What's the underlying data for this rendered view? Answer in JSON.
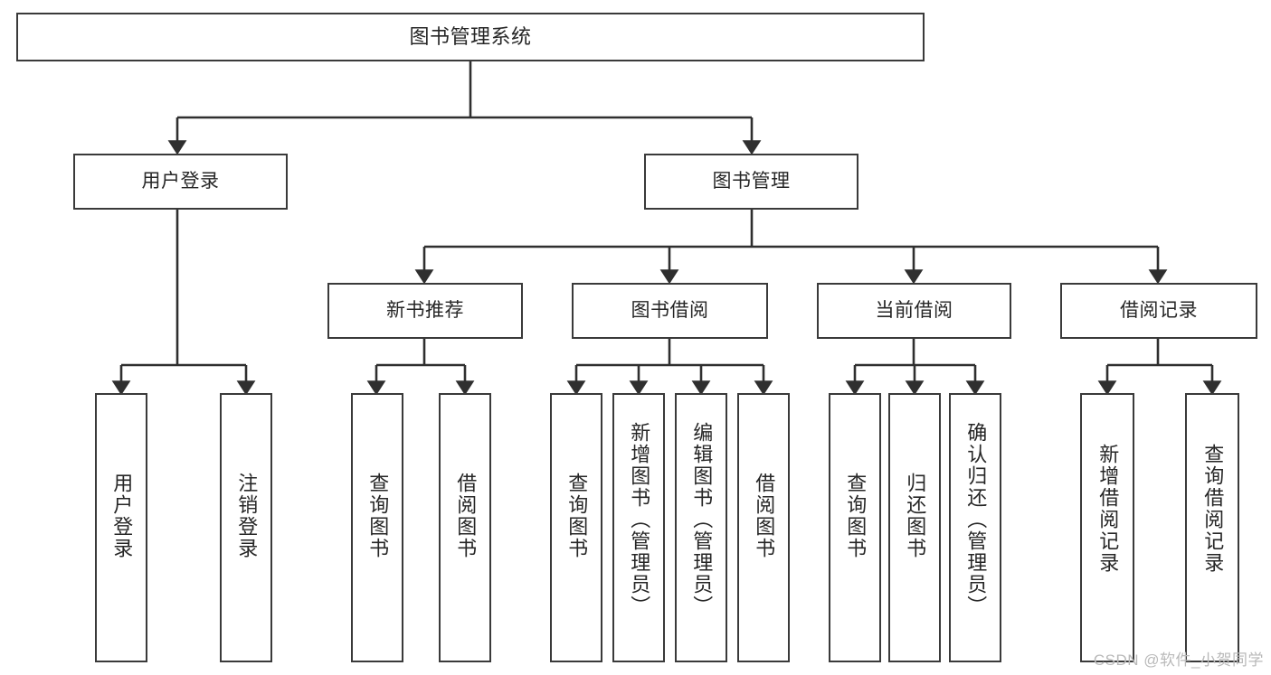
{
  "diagram": {
    "type": "tree-flowchart",
    "title": "图书管理系统",
    "watermark": "CSDN @软件_小贺同学",
    "colors": {
      "background": "#ffffff",
      "box_border": "#3a3a3a",
      "box_fill": "#ffffff",
      "connector": "#2f2f2f",
      "text": "#262626",
      "watermark": "#b9b9b9"
    },
    "nodes": {
      "root": {
        "label": "图书管理系统"
      },
      "level1": [
        {
          "id": "user-login",
          "label": "用户登录"
        },
        {
          "id": "book-management",
          "label": "图书管理"
        }
      ],
      "level2": [
        {
          "id": "new-book-recommend",
          "label": "新书推荐"
        },
        {
          "id": "book-borrow",
          "label": "图书借阅"
        },
        {
          "id": "current-borrow",
          "label": "当前借阅"
        },
        {
          "id": "borrow-record",
          "label": "借阅记录"
        }
      ],
      "leaves": {
        "user_login": [
          {
            "id": "leaf-user-login",
            "label": "用户登录"
          },
          {
            "id": "leaf-logout-login",
            "label": "注销登录"
          }
        ],
        "new_book_recommend": [
          {
            "id": "leaf-query-book-1",
            "label": "查询图书"
          },
          {
            "id": "leaf-borrow-book-1",
            "label": "借阅图书"
          }
        ],
        "book_borrow": [
          {
            "id": "leaf-query-book-2",
            "label": "查询图书"
          },
          {
            "id": "leaf-add-book",
            "label": "新增图书（管理员）"
          },
          {
            "id": "leaf-edit-book",
            "label": "编辑图书（管理员）"
          },
          {
            "id": "leaf-borrow-book-2",
            "label": "借阅图书"
          }
        ],
        "current_borrow": [
          {
            "id": "leaf-query-book-3",
            "label": "查询图书"
          },
          {
            "id": "leaf-return-book",
            "label": "归还图书"
          },
          {
            "id": "leaf-confirm-return",
            "label": "确认归还（管理员）"
          }
        ],
        "borrow_record": [
          {
            "id": "leaf-add-record",
            "label": "新增借阅记录"
          },
          {
            "id": "leaf-query-record",
            "label": "查询借阅记录"
          }
        ]
      }
    }
  }
}
